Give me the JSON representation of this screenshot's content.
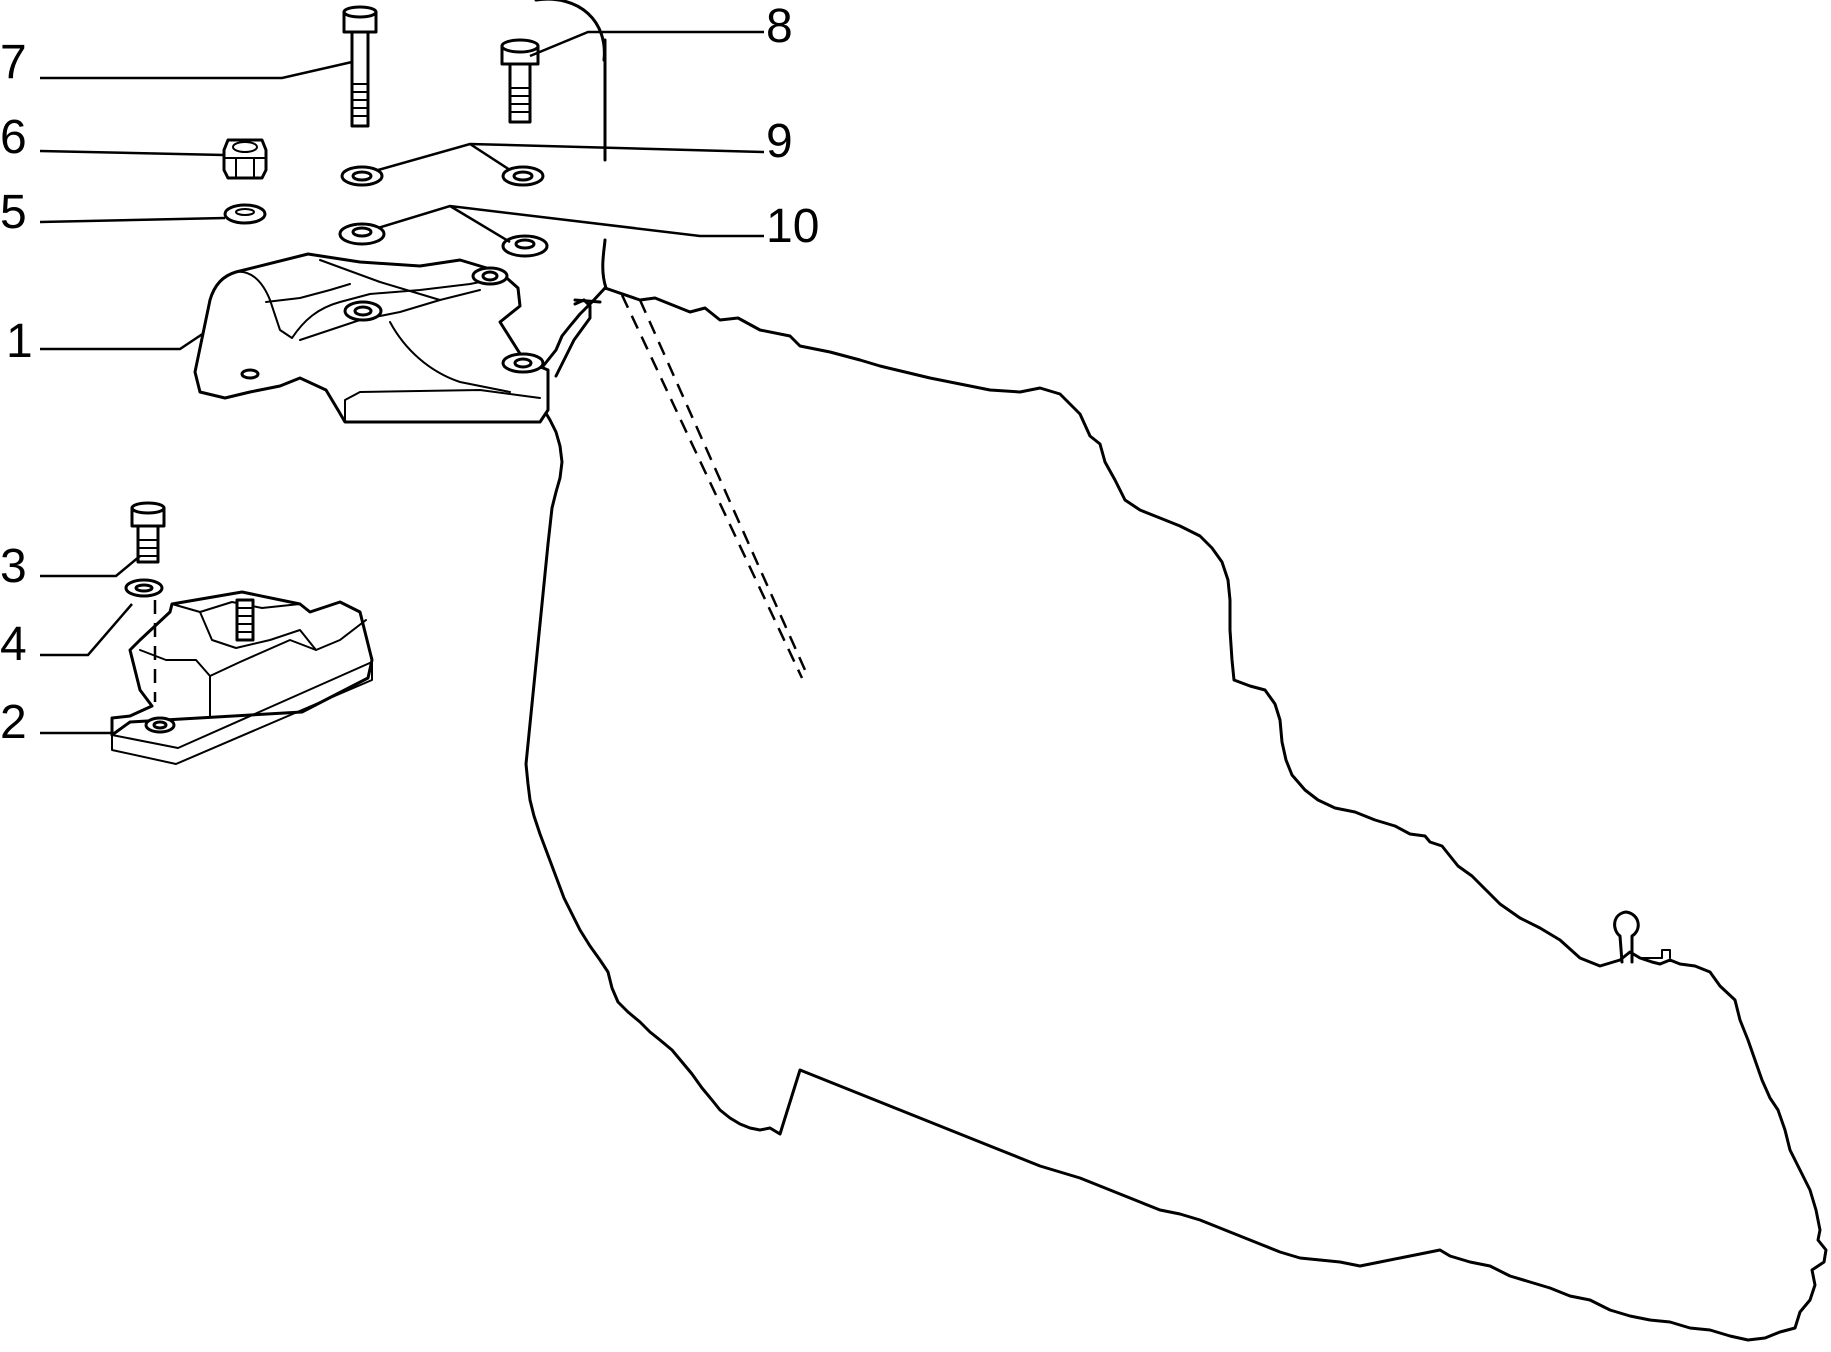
{
  "diagram": {
    "callouts": [
      {
        "id": "1",
        "label": "1"
      },
      {
        "id": "2",
        "label": "2"
      },
      {
        "id": "3",
        "label": "3"
      },
      {
        "id": "4",
        "label": "4"
      },
      {
        "id": "5",
        "label": "5"
      },
      {
        "id": "6",
        "label": "6"
      },
      {
        "id": "7",
        "label": "7"
      },
      {
        "id": "8",
        "label": "8"
      },
      {
        "id": "9",
        "label": "9"
      },
      {
        "id": "10",
        "label": "10"
      }
    ]
  },
  "colors": {
    "line": "#000000",
    "background": "#ffffff"
  },
  "icons": {
    "parts": [
      "bracket-icon",
      "mount-icon",
      "bolt-icon",
      "nut-icon",
      "washer-icon",
      "gearbox-outline-icon"
    ]
  }
}
